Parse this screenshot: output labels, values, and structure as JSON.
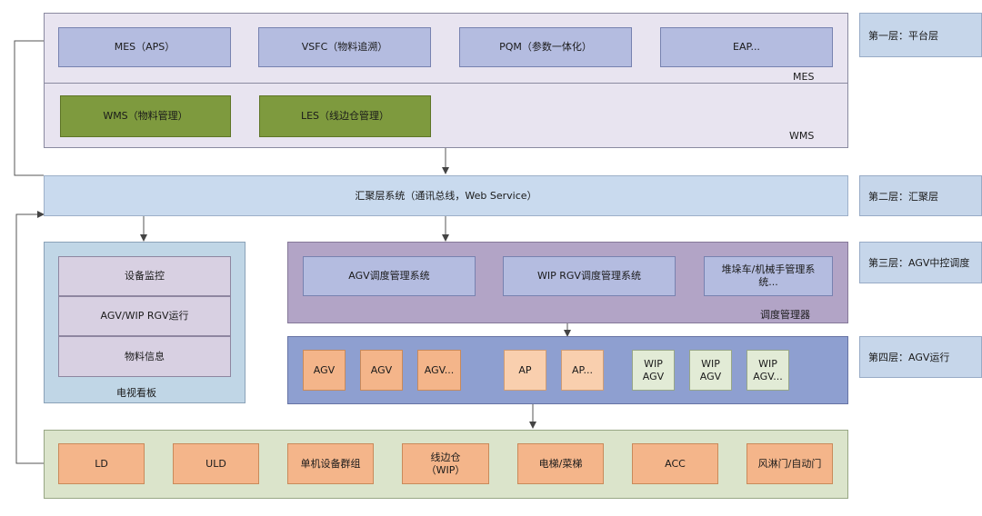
{
  "platform": {
    "mes_apps": [
      {
        "label": "MES（APS）"
      },
      {
        "label": "VSFC（物料追溯）"
      },
      {
        "label": "PQM（参数一体化）"
      },
      {
        "label": "EAP..."
      }
    ],
    "mes_caption": "MES",
    "wms_apps": [
      {
        "label": "WMS（物料管理）"
      },
      {
        "label": "LES（线边仓管理）"
      }
    ],
    "wms_caption": "WMS"
  },
  "aggregation": {
    "label": "汇聚层系统（通讯总线，Web Service）"
  },
  "tv_board": {
    "items": [
      {
        "label": "设备监控"
      },
      {
        "label": "AGV/WIP RGV运行"
      },
      {
        "label": "物料信息"
      }
    ],
    "caption": "电视看板"
  },
  "dispatch": {
    "systems": [
      {
        "label": "AGV调度管理系统"
      },
      {
        "label": "WIP RGV调度管理系统"
      },
      {
        "label": "堆垛车/机械手管理系\n统..."
      }
    ],
    "caption": "调度管理器"
  },
  "agv_run": {
    "units": [
      {
        "label": "AGV"
      },
      {
        "label": "AGV"
      },
      {
        "label": "AGV..."
      },
      {
        "label": "AP"
      },
      {
        "label": "AP..."
      },
      {
        "label": "WIP\nAGV"
      },
      {
        "label": "WIP\nAGV"
      },
      {
        "label": "WIP\nAGV..."
      }
    ]
  },
  "devices": [
    {
      "label": "LD"
    },
    {
      "label": "ULD"
    },
    {
      "label": "单机设备群组"
    },
    {
      "label": "线边仓\n（WIP）"
    },
    {
      "label": "电梯/菜梯"
    },
    {
      "label": "ACC"
    },
    {
      "label": "风淋门/自动门"
    }
  ],
  "layer_labels": [
    {
      "label": "第一层：平台层"
    },
    {
      "label": "第二层：汇聚层"
    },
    {
      "label": "第三层：AGV中控调度"
    },
    {
      "label": "第四层：AGV运行"
    }
  ],
  "colors": {
    "platform_bg": "#e8e4f0",
    "aggregation_bg": "#c9daee",
    "tv_bg": "#c0d6e6",
    "dispatch_bg": "#b2a4c6",
    "agv_bg": "#8e9fd0",
    "devices_bg": "#dbe4cb",
    "app_box": "#b4bce0",
    "wms_box": "#7e9a3e",
    "device_box": "#f4b58a",
    "layer_label_bg": "#c6d6ea"
  }
}
